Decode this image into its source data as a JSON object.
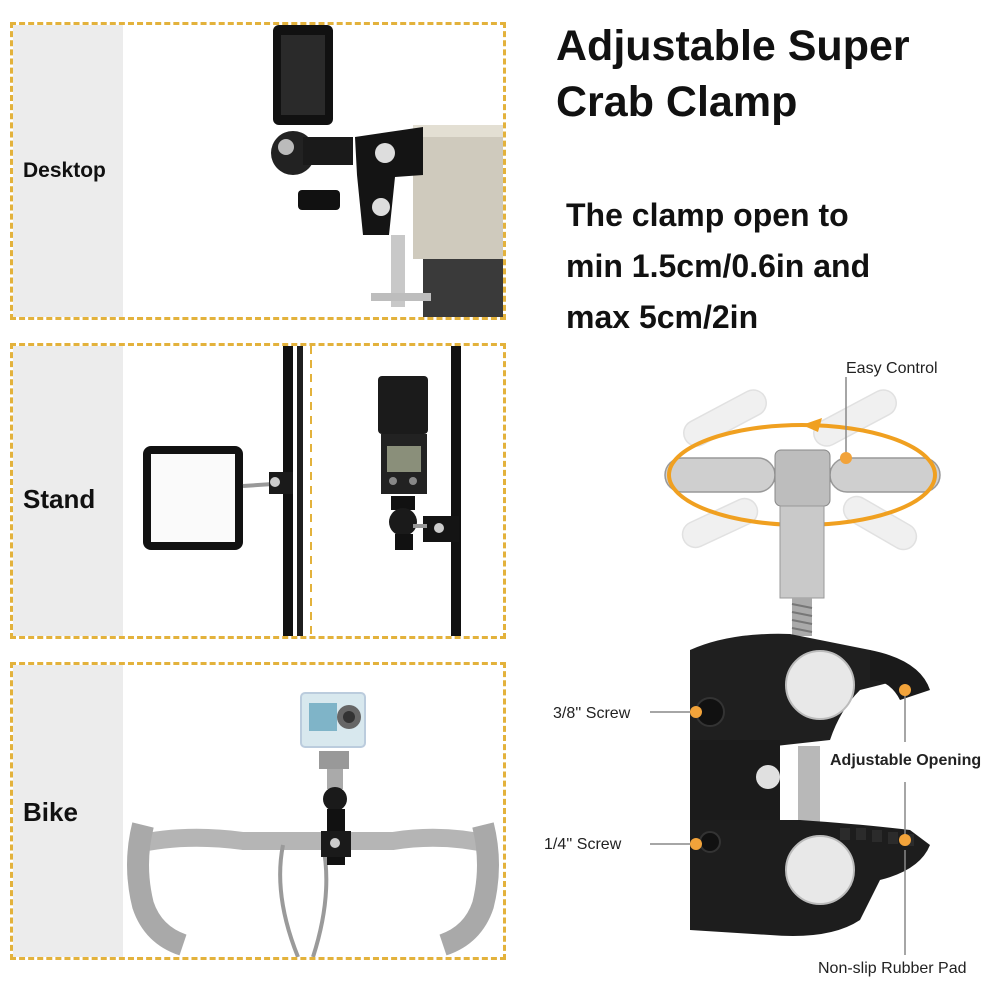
{
  "title": {
    "line1": "Adjustable Super",
    "line2": "Crab Clamp"
  },
  "description": {
    "line1": "The clamp open to",
    "line2": "min 1.5cm/0.6in and",
    "line3": "max 5cm/2in"
  },
  "panels": [
    {
      "label": "Desktop",
      "scene": "clamp-on-desk-edge"
    },
    {
      "label": "Stand",
      "scene": "clamp-on-light-stand"
    },
    {
      "label": "Bike",
      "scene": "clamp-on-bike-handlebar"
    }
  ],
  "callouts": {
    "easy_control": "Easy Control",
    "screw_38": "3/8'' Screw",
    "adjustable_opening": "Adjustable Opening",
    "screw_14": "1/4'' Screw",
    "rubber_pad": "Non-slip Rubber Pad"
  },
  "colors": {
    "accent_dashed_border": "#e3b23c",
    "callout_dot": "#f2a33a",
    "rotation_arrow": "#f0a020",
    "label_box": "#ececec"
  }
}
